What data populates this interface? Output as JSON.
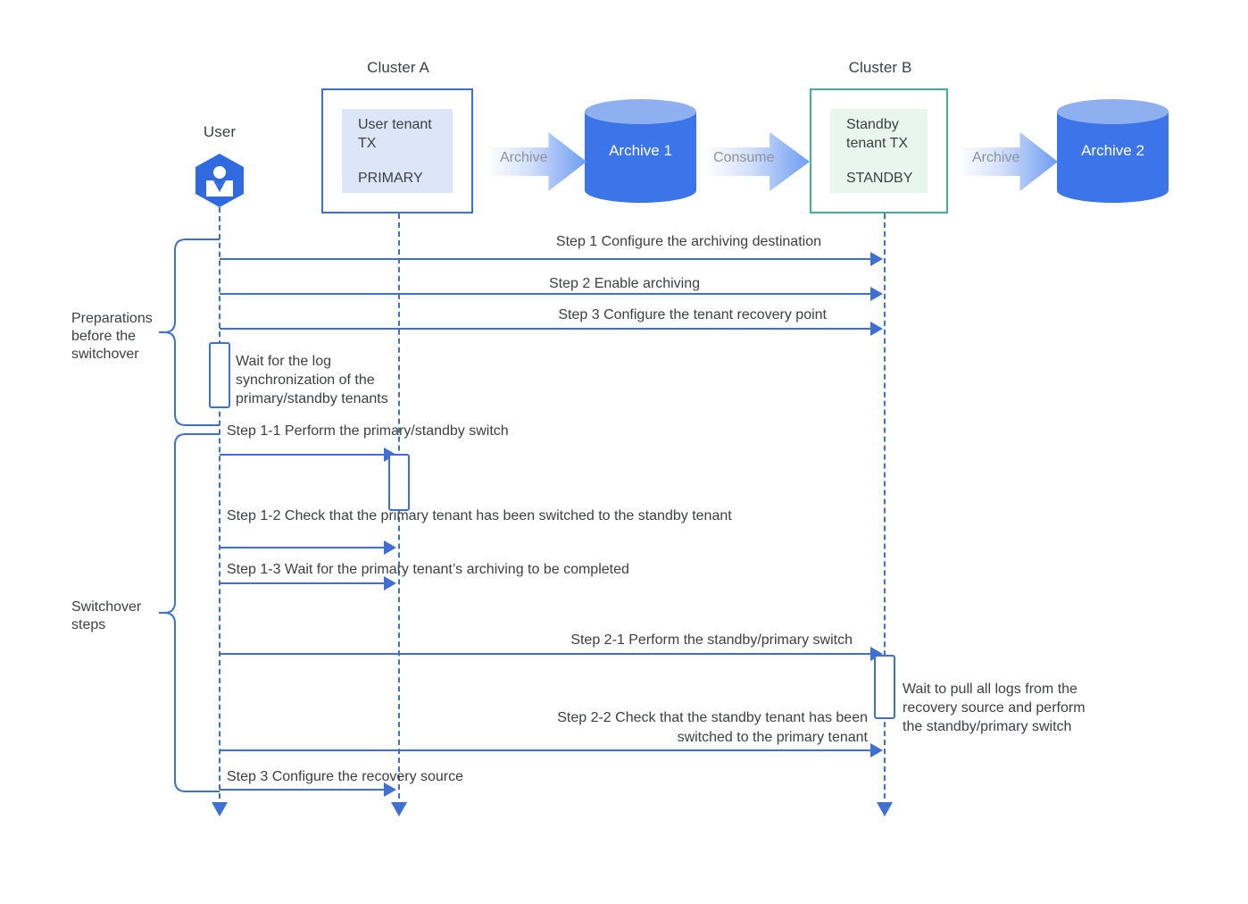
{
  "diagram": {
    "title": "Primary/standby tenant switchover sequence"
  },
  "participants": [
    {
      "id": "user",
      "label": "User",
      "icon": "user-hexagon-icon"
    },
    {
      "id": "clusterA",
      "label": "Cluster A",
      "tenant_line1": "User tenant TX",
      "tenant_line2": "PRIMARY",
      "border_color": "#3f6fd1",
      "fill_color": "#dde6f8"
    },
    {
      "id": "clusterB",
      "label": "Cluster B",
      "tenant_line1": "Standby\ntenant TX",
      "tenant_line2": "STANDBY",
      "border_color": "#43b090",
      "fill_color": "#e9f5ef"
    }
  ],
  "stores": [
    {
      "id": "archive1",
      "label": "Archive 1",
      "color": "#3c75ea",
      "top_color": "#8fb0f0"
    },
    {
      "id": "archive2",
      "label": "Archive 2",
      "color": "#3c75ea",
      "top_color": "#8fb0f0"
    }
  ],
  "flow_arrows": [
    {
      "id": "arrow-archive-1",
      "label": "Archive"
    },
    {
      "id": "arrow-consume",
      "label": "Consume"
    },
    {
      "id": "arrow-archive-2",
      "label": "Archive"
    }
  ],
  "groups": [
    {
      "id": "preparations",
      "label": "Preparations\nbefore the\nswitchover"
    },
    {
      "id": "switchover",
      "label": "Switchover\nsteps"
    }
  ],
  "messages": [
    {
      "id": "step-1",
      "label": "Step 1 Configure the archiving destination",
      "from": "user",
      "to": "clusterB"
    },
    {
      "id": "step-2",
      "label": "Step 2 Enable archiving",
      "from": "user",
      "to": "clusterB"
    },
    {
      "id": "step-3-prep",
      "label": "Step 3 Configure the tenant recovery point",
      "from": "user",
      "to": "clusterB"
    },
    {
      "id": "step-1-1",
      "label": "Step 1-1 Perform the primary/standby switch",
      "from": "user",
      "to": "clusterA"
    },
    {
      "id": "step-1-2",
      "label": "Step 1-2 Check that the primary tenant has been switched to the standby tenant",
      "from": "user",
      "to": "clusterA"
    },
    {
      "id": "step-1-3",
      "label": "Step 1-3 Wait for the primary tenant’s archiving to be completed",
      "from": "user",
      "to": "clusterA"
    },
    {
      "id": "step-2-1",
      "label": "Step 2-1 Perform the standby/primary switch",
      "from": "user",
      "to": "clusterB"
    },
    {
      "id": "step-2-2",
      "label": "Step 2-2 Check that the standby tenant has been\nswitched to the primary tenant",
      "from": "user",
      "to": "clusterB"
    },
    {
      "id": "step-3-final",
      "label": "Step 3 Configure the recovery source",
      "from": "user",
      "to": "clusterA"
    }
  ],
  "notes": [
    {
      "id": "note-wait-log-sync",
      "label": "Wait for the log\nsynchronization of the\nprimary/standby tenants",
      "on": "user"
    },
    {
      "id": "note-wait-pull-logs",
      "label": "Wait to pull all logs from the\nrecovery source and perform\nthe standby/primary switch",
      "on": "clusterB"
    }
  ],
  "colors": {
    "accent_blue": "#3f6fd1",
    "cylinder_blue": "#3c75ea",
    "standby_green": "#43b090",
    "text_gray": "#3c3f42",
    "muted_gray": "#8d9199"
  }
}
